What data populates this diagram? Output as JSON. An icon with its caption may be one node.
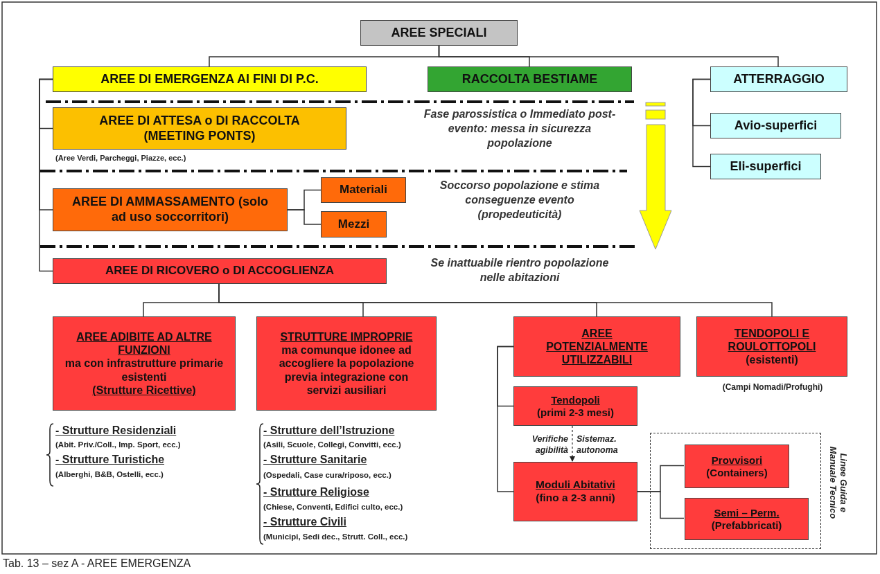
{
  "diagram": {
    "caption": "Tab. 13 – sez A - AREE EMERGENZA",
    "nodes": [
      {
        "text": [
          "AREE SPECIALI"
        ]
      },
      {
        "text": [
          "AREE DI EMERGENZA AI FINI DI P.C."
        ]
      },
      {
        "text": [
          "RACCOLTA BESTIAME"
        ]
      },
      {
        "text": [
          "ATTERRAGGIO"
        ]
      },
      {
        "text": [
          "Avio-superfici"
        ]
      },
      {
        "text": [
          "Eli-superfici"
        ]
      },
      {
        "text": [
          "AREE DI ATTESA o DI RACCOLTA (MEETING PONTS)"
        ],
        "beside": [
          "(Aree Verdi, Parcheggi, Piazze, ecc.)"
        ]
      },
      {
        "text": [
          "AREE DI AMMASSAMENTO (solo ad uso soccorritori)"
        ]
      },
      {
        "text": [
          "Materiali"
        ]
      },
      {
        "text": [
          "Mezzi"
        ]
      },
      {
        "text": [
          "AREE DI RICOVERO o DI ACCOGLIENZA"
        ]
      },
      {
        "text": [
          "AREE ADIBITE AD ALTRE FUNZIONI",
          "ma con infrastrutture primarie esistenti",
          "(Strutture Ricettive)"
        ]
      },
      {
        "text": [
          "STRUTTURE IMPROPRIE",
          "ma comunque idonee ad accogliere la popolazione previa integrazione con servizi ausiliari"
        ]
      },
      {
        "text": [
          "AREE POTENZIALMENTE UTILIZZABILI"
        ]
      },
      {
        "text": [
          "TENDOPOLI E ROULOTTOPOLI",
          "(esistenti)"
        ],
        "beside": [
          "(Campi Nomadi/Profughi)"
        ]
      },
      {
        "text": [
          "Tendopoli",
          "(primi 2-3 mesi)"
        ]
      },
      {
        "text": [
          "Moduli Abitativi",
          "(fino a 2-3 anni)"
        ]
      },
      {
        "text": [],
        "shape": "box",
        "beside": [
          "Linee Guida e Manuale Tecnico"
        ]
      },
      {
        "text": [
          "Provvisori",
          "(Containers)"
        ],
        "in": 17
      },
      {
        "text": [
          "Semi – Perm.",
          "(Prefabbricati)"
        ],
        "in": 17
      }
    ],
    "edges": [
      {
        "from": 0,
        "to": 1,
        "arrow": "none"
      },
      {
        "from": 0,
        "to": 2,
        "arrow": "none"
      },
      {
        "from": 0,
        "to": 3,
        "arrow": "none"
      },
      {
        "from": 3,
        "to": 4,
        "arrow": "none"
      },
      {
        "from": 3,
        "to": 5,
        "arrow": "none"
      },
      {
        "from": 1,
        "to": 6,
        "arrow": "none"
      },
      {
        "from": 1,
        "to": 7,
        "arrow": "none"
      },
      {
        "from": 1,
        "to": 10,
        "arrow": "none"
      },
      {
        "from": 7,
        "to": 8,
        "arrow": "none"
      },
      {
        "from": 7,
        "to": 9,
        "arrow": "none"
      },
      {
        "from": 10,
        "to": 11,
        "arrow": "none"
      },
      {
        "from": 10,
        "to": 12,
        "arrow": "none"
      },
      {
        "from": 10,
        "to": 13,
        "arrow": "none"
      },
      {
        "from": 10,
        "to": 14,
        "arrow": "none"
      },
      {
        "from": 13,
        "to": 15,
        "arrow": "none"
      },
      {
        "from": 13,
        "to": 16,
        "arrow": "none"
      },
      {
        "from": 15,
        "to": 16,
        "arrow": "to",
        "style": "dashed",
        "label": "Verifiche agibilità"
      },
      {
        "from": 16,
        "to": 18,
        "arrow": "none"
      },
      {
        "from": 16,
        "to": 19,
        "arrow": "none"
      }
    ],
    "labels": [
      "Fase parossistica o Immediato post-evento: messa in sicurezza popolazione",
      "Soccorso popolazione e stima conseguenze evento (propedeuticità)",
      "Se inattuabile rientro popolazione nelle abitazioni",
      "Sistemaz. autonoma",
      "- Strutture Residenziali",
      "(Abit. Priv./Coll., Imp. Sport, ecc.)",
      "- Strutture Turistiche",
      "(Alberghi, B&B, Ostelli, ecc.)",
      "- Strutture dell’Istruzione",
      "(Asili, Scuole, Collegi, Convitti, ecc.)",
      "- Strutture Sanitarie",
      "(Ospedali, Case cura/riposo, ecc.)",
      "- Strutture Religiose",
      "(Chiese, Conventi, Edifici culto, ecc.)",
      "- Strutture Civili",
      "(Municipi, Sedi dec., Strutt. Coll., ecc.)"
    ]
  }
}
